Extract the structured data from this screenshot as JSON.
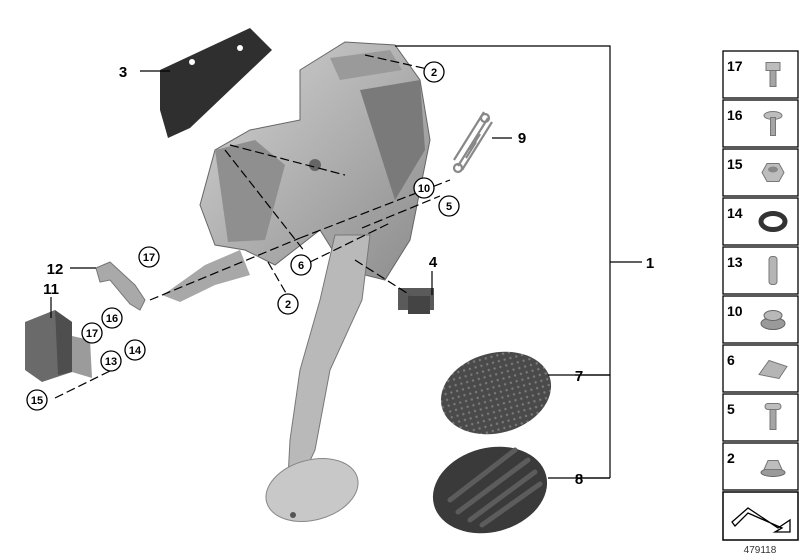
{
  "callouts": {
    "c1": "1",
    "c2a": "2",
    "c2b": "2",
    "c3": "3",
    "c4": "4",
    "c5": "5",
    "c6": "6",
    "c7": "7",
    "c8": "8",
    "c9": "9",
    "c10": "10",
    "c11": "11",
    "c12": "12",
    "c13": "13",
    "c14": "14",
    "c15": "15",
    "c16": "16",
    "c17a": "17",
    "c17b": "17"
  },
  "legend": [
    {
      "num": "17",
      "icon": "screw-icon"
    },
    {
      "num": "16",
      "icon": "washer-screw-icon"
    },
    {
      "num": "15",
      "icon": "hex-nut-icon"
    },
    {
      "num": "14",
      "icon": "o-ring-icon"
    },
    {
      "num": "13",
      "icon": "pin-icon"
    },
    {
      "num": "10",
      "icon": "bushing-icon"
    },
    {
      "num": "6",
      "icon": "clip-icon"
    },
    {
      "num": "5",
      "icon": "bolt-icon"
    },
    {
      "num": "2",
      "icon": "flange-nut-icon"
    }
  ],
  "diagram_ref": "479118",
  "colors": {
    "part": "#b9b9b9",
    "part_dark": "#8a8a8a",
    "rubber": "#3a3a3a",
    "line": "#000000"
  }
}
